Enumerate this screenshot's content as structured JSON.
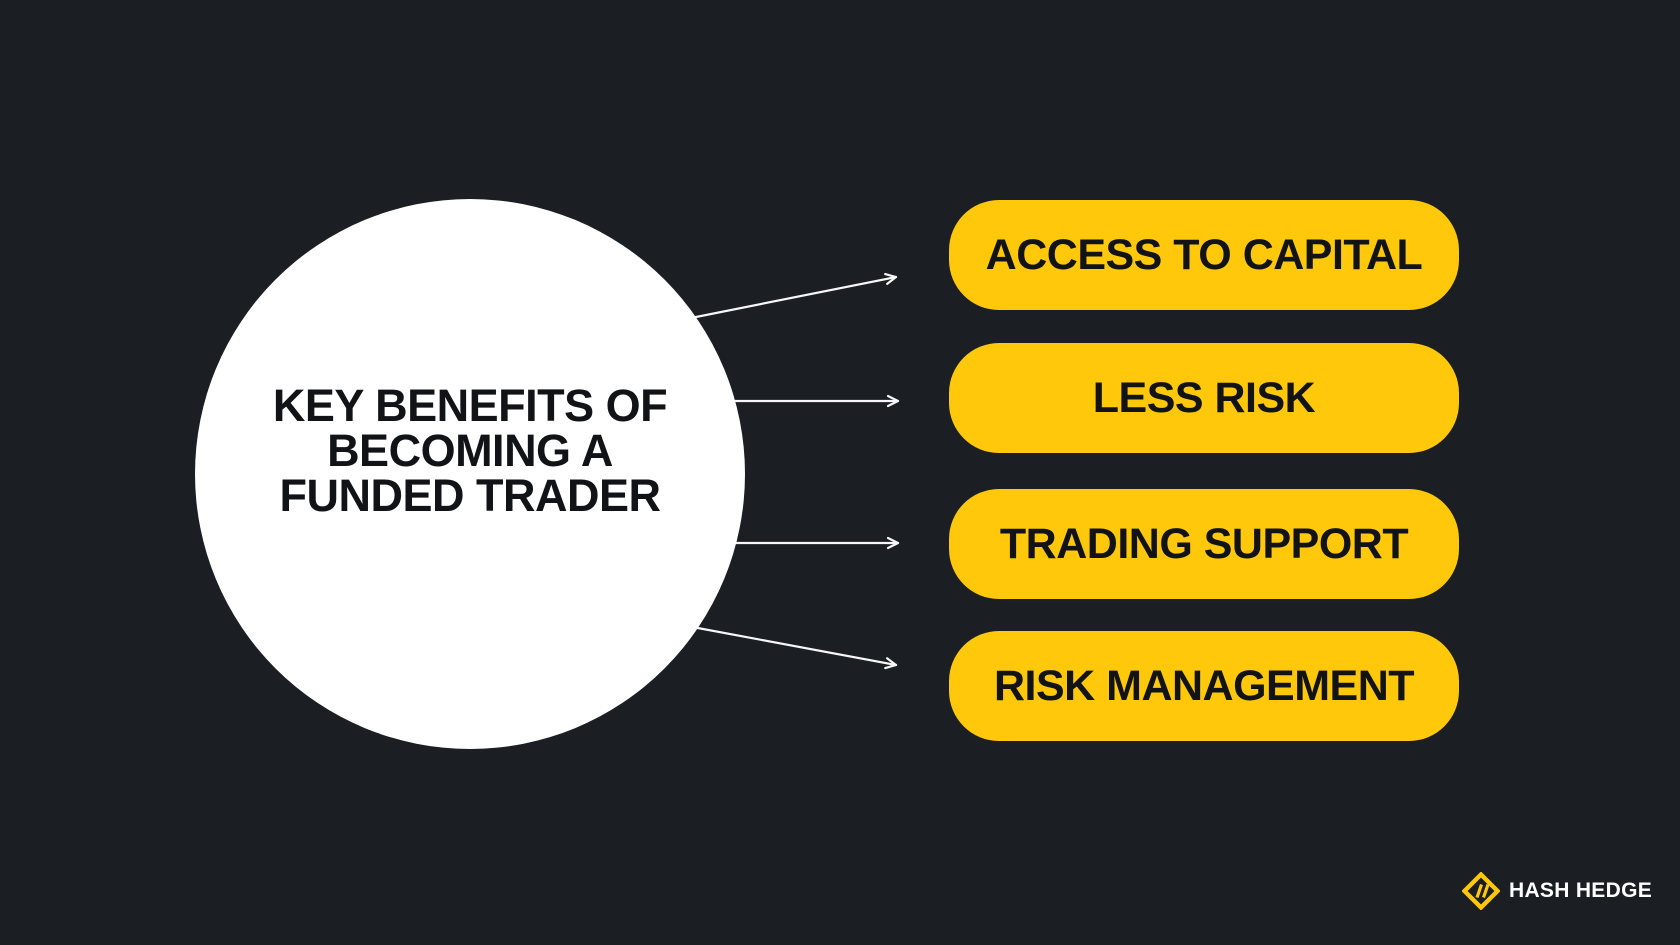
{
  "title": "Key benefits of becoming a funded trader infographic",
  "colors": {
    "background": "#1B1E22",
    "accent_yellow": "#FFC80A",
    "hub_circle_fill": "#FFFFFF",
    "dark_text": "#121316",
    "arrow": "#F7F7F7",
    "brand_text": "#FFFFFF"
  },
  "hub": {
    "lines": {
      "0": "KEY BENEFITS OF",
      "1": "BECOMING A",
      "2": "FUNDED TRADER"
    },
    "full_text": "KEY BENEFITS OF BECOMING A FUNDED TRADER"
  },
  "benefits": [
    {
      "label": "ACCESS TO CAPITAL"
    },
    {
      "label": "LESS RISK"
    },
    {
      "label": "TRADING SUPPORT"
    },
    {
      "label": "RISK MANAGEMENT"
    }
  ],
  "brand": {
    "name": "HASH HEDGE",
    "icon": "diamond-double-slash-icon"
  }
}
